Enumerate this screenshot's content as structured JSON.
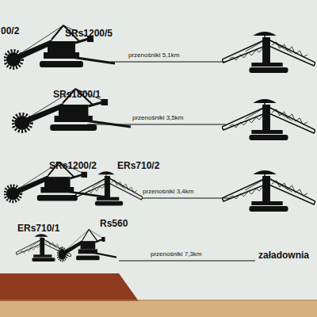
{
  "diagram": {
    "labels": [
      "00/2",
      "SRs1200/5",
      "przenośniki 5,1km",
      "SRs1800/1",
      "przenośniki 3,5km",
      "SRs1200/2",
      "ERs710/2",
      "przenośniki 3,4km",
      "ERs710/1",
      "Rs560",
      "przenośniki 7,3km",
      "załadownia"
    ]
  }
}
